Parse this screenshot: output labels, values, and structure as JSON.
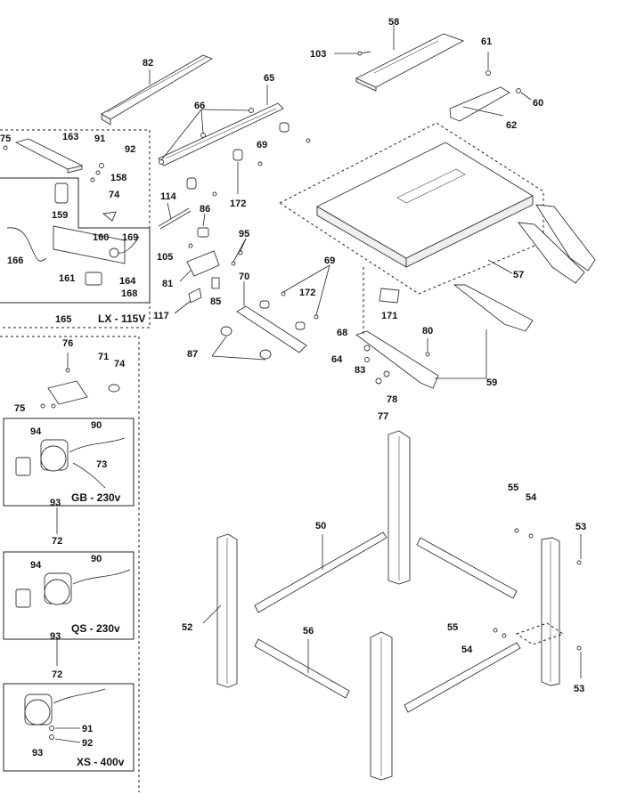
{
  "labels": {
    "p58": "58",
    "p103": "103",
    "p61": "61",
    "p60": "60",
    "p62": "62",
    "p82": "82",
    "p65": "65",
    "p66": "66",
    "p69a": "69",
    "p75a": "75",
    "p163": "163",
    "p91a": "91",
    "p92a": "92",
    "p158": "158",
    "p74a": "74",
    "p159": "159",
    "p166": "166",
    "p160": "160",
    "p169": "169",
    "p161": "161",
    "p164": "164",
    "p168": "168",
    "p165": "165",
    "p114": "114",
    "p172a": "172",
    "p86": "86",
    "p105": "105",
    "p95": "95",
    "p81": "81",
    "p70": "70",
    "p85": "85",
    "p117": "117",
    "p69b": "69",
    "p172b": "172",
    "p57": "57",
    "p171": "171",
    "p87": "87",
    "p68": "68",
    "p80": "80",
    "p64": "64",
    "p83": "83",
    "p78": "78",
    "p77": "77",
    "p59": "59",
    "p76": "76",
    "p71": "71",
    "p74b": "74",
    "p75b": "75",
    "p90a": "90",
    "p94a": "94",
    "p73": "73",
    "p93a": "93",
    "p72a": "72",
    "p90b": "90",
    "p94b": "94",
    "p93b": "93",
    "p72b": "72",
    "p91b": "91",
    "p92b": "92",
    "p93c": "93",
    "p50": "50",
    "p55a": "55",
    "p54a": "54",
    "p53a": "53",
    "p52": "52",
    "p56": "56",
    "p55b": "55",
    "p54b": "54",
    "p53b": "53"
  },
  "variants": {
    "lx": "LX - 115V",
    "gb": "GB - 230v",
    "qs": "QS - 230v",
    "xs": "XS - 400v"
  }
}
